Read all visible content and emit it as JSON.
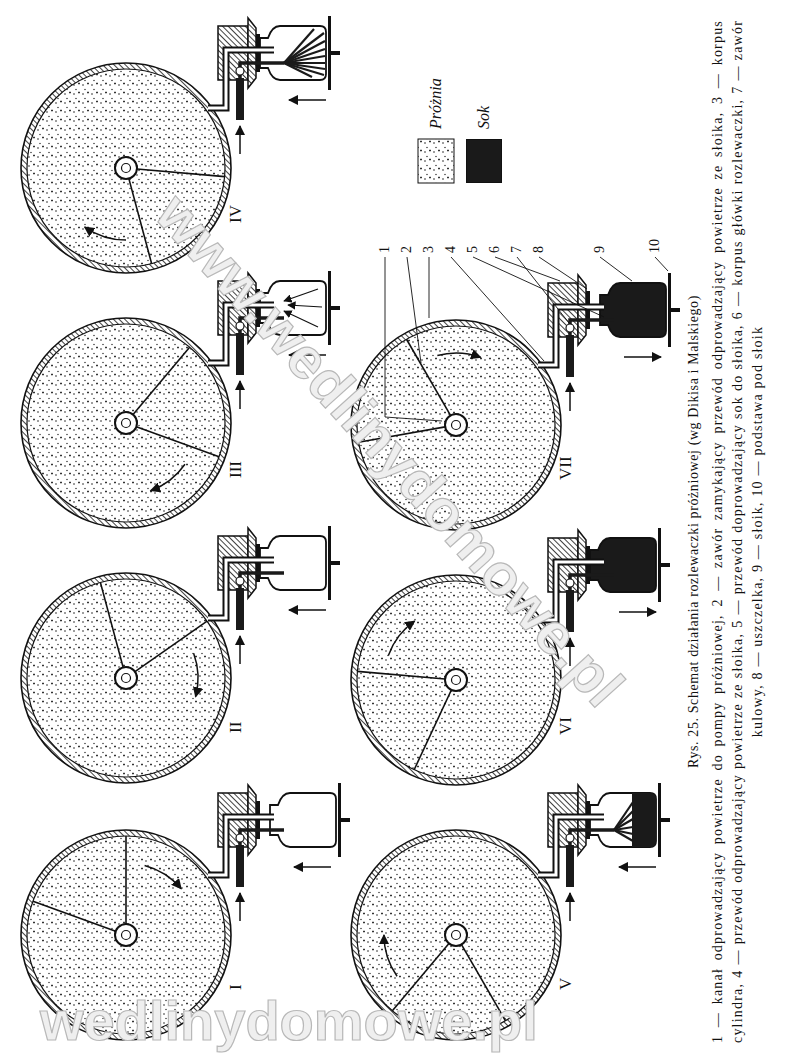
{
  "diagram": {
    "caption": "Rys. 25. Schemat działania rozlewaczki próżniowej (wg Dikisa i Malskiego)",
    "labels": [
      "I",
      "II",
      "III",
      "IV",
      "V",
      "VI",
      "VII",
      "1",
      "2",
      "3",
      "4",
      "5",
      "6",
      "7",
      "8",
      "9",
      "10",
      "1 — kanał odprowadzający powietrze do pompy próżniowej, 2 — zawór zamykający przewód odprowadzający powietrze ze słoika, 3 — korpus cylindra, 4 — przewód odprowadzający powietrze ze słoika, 5 — przewód doprowadzający sok do słoika, 6 — korpus główki rozlewaczki, 7 — zawór kulowy, 8 — uszczelka, 9 — słoik, 10 — podstawa pod słoik",
      "www.wedlinydomowe.pl",
      "wedlinydomowe.pl"
    ],
    "legend": [
      {
        "text": "Próżnia"
      },
      {
        "text": "Sok",
        "color": "#1a1a1a"
      }
    ]
  }
}
